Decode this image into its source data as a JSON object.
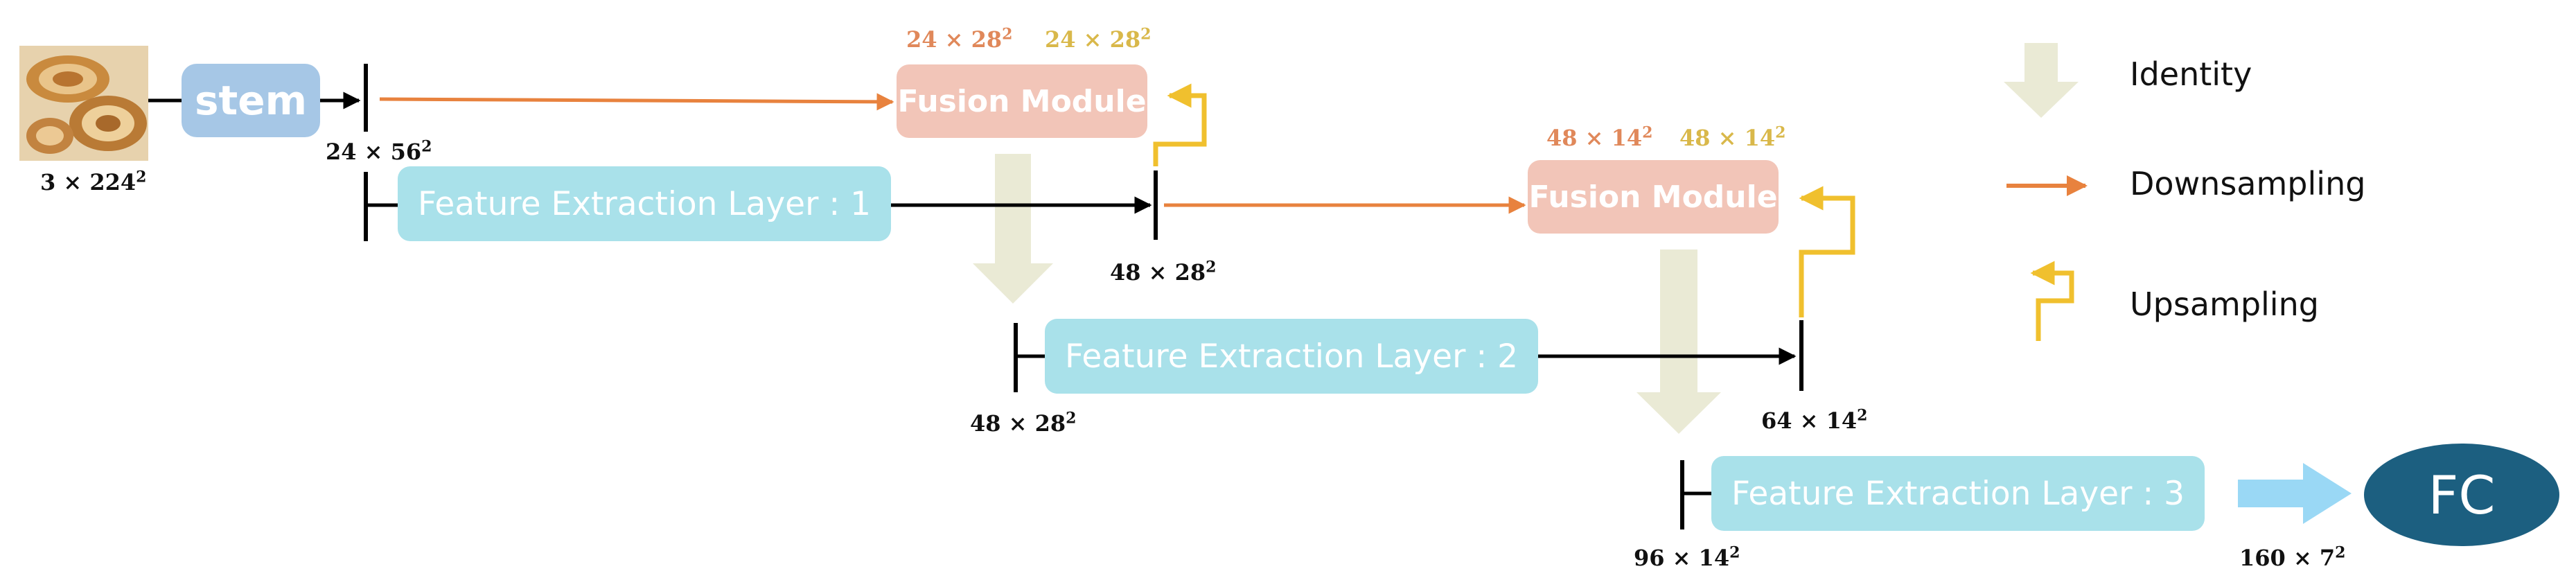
{
  "colors": {
    "stem": "#a6c7e6",
    "feature_layer": "#a9e1ea",
    "fusion_module": "#f2c5b8",
    "fc": "#1c5f80",
    "downsampling": "#e8823e",
    "upsampling": "#f0c02e",
    "identity": "#eaead5",
    "fc_arrow": "#9ad8f5",
    "bar": "#000000"
  },
  "blocks": {
    "stem": "stem",
    "feature_layer_1": "Feature Extraction Layer : 1",
    "feature_layer_2": "Feature Extraction Layer : 2",
    "feature_layer_3": "Feature Extraction Layer : 3",
    "fusion_module_1": "Fusion Module",
    "fusion_module_2": "Fusion Module",
    "fc": "FC"
  },
  "dims": {
    "input": {
      "base": "3 × 224",
      "exp": "2"
    },
    "after_stem": {
      "base": "24 × 56",
      "exp": "2"
    },
    "fm1_in_left": {
      "base": "24 × 28",
      "exp": "2"
    },
    "fm1_in_right": {
      "base": "24 × 28",
      "exp": "2"
    },
    "after_layer1": {
      "base": "48 × 28",
      "exp": "2"
    },
    "before_layer2": {
      "base": "48 × 28",
      "exp": "2"
    },
    "fm2_in_left": {
      "base": "48 × 14",
      "exp": "2"
    },
    "fm2_in_right": {
      "base": "48 × 14",
      "exp": "2"
    },
    "after_layer2": {
      "base": "64 × 14",
      "exp": "2"
    },
    "before_layer3": {
      "base": "96 × 14",
      "exp": "2"
    },
    "output": {
      "base": "160 × 7",
      "exp": "2"
    }
  },
  "legend": {
    "identity": "Identity",
    "downsampling": "Downsampling",
    "upsampling": "Upsampling"
  }
}
